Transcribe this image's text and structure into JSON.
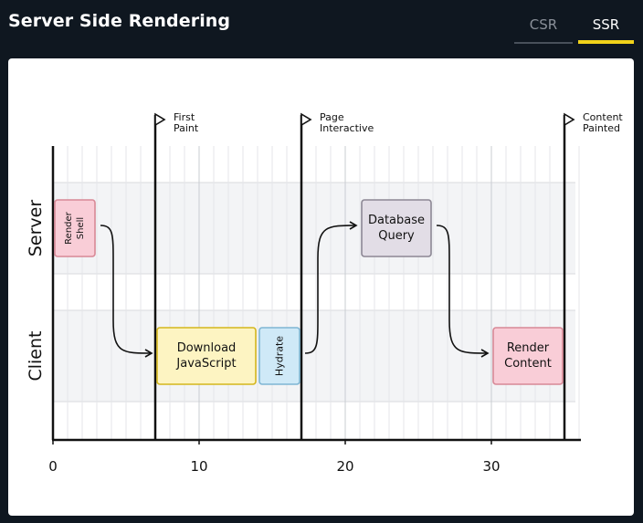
{
  "header": {
    "title": "Server Side Rendering",
    "tabs": [
      {
        "label": "CSR",
        "active": false
      },
      {
        "label": "SSR",
        "active": true
      }
    ]
  },
  "colors": {
    "background": "#0f1720",
    "panel": "#ffffff",
    "active_tab_underline": "#f1d21a",
    "render_box": "#f9cdd7",
    "download_box": "#fdf4c2",
    "hydrate_box": "#cfe9f7",
    "database_box": "#e2dde6"
  },
  "chart_data": {
    "type": "timeline",
    "lanes": [
      "Server",
      "Client"
    ],
    "x_ticks": [
      "0",
      "10",
      "20",
      "30"
    ],
    "x_range": [
      0,
      36
    ],
    "markers": [
      {
        "at": 7,
        "label_lines": [
          "First",
          "Paint"
        ]
      },
      {
        "at": 17,
        "label_lines": [
          "Page",
          "Interactive"
        ]
      },
      {
        "at": 35,
        "label_lines": [
          "Content",
          "Painted"
        ]
      }
    ],
    "tasks": [
      {
        "lane": "Server",
        "start": 0,
        "end": 3,
        "lines": [
          "Render",
          "Shell"
        ],
        "vertical": true,
        "color": "#f9cdd7"
      },
      {
        "lane": "Client",
        "start": 7,
        "end": 14,
        "lines": [
          "Download",
          "JavaScript"
        ],
        "vertical": false,
        "color": "#fdf4c2"
      },
      {
        "lane": "Client",
        "start": 14,
        "end": 17,
        "lines": [
          "Hydrate"
        ],
        "vertical": true,
        "color": "#cfe9f7"
      },
      {
        "lane": "Server",
        "start": 21,
        "end": 26,
        "lines": [
          "Database",
          "Query"
        ],
        "vertical": false,
        "color": "#e2dde6"
      },
      {
        "lane": "Client",
        "start": 30,
        "end": 35,
        "lines": [
          "Render",
          "Content"
        ],
        "vertical": false,
        "color": "#f9cdd7"
      }
    ],
    "flows": [
      {
        "from": 0,
        "to": 1
      },
      {
        "from": 2,
        "to": 3
      },
      {
        "from": 3,
        "to": 4
      }
    ]
  }
}
